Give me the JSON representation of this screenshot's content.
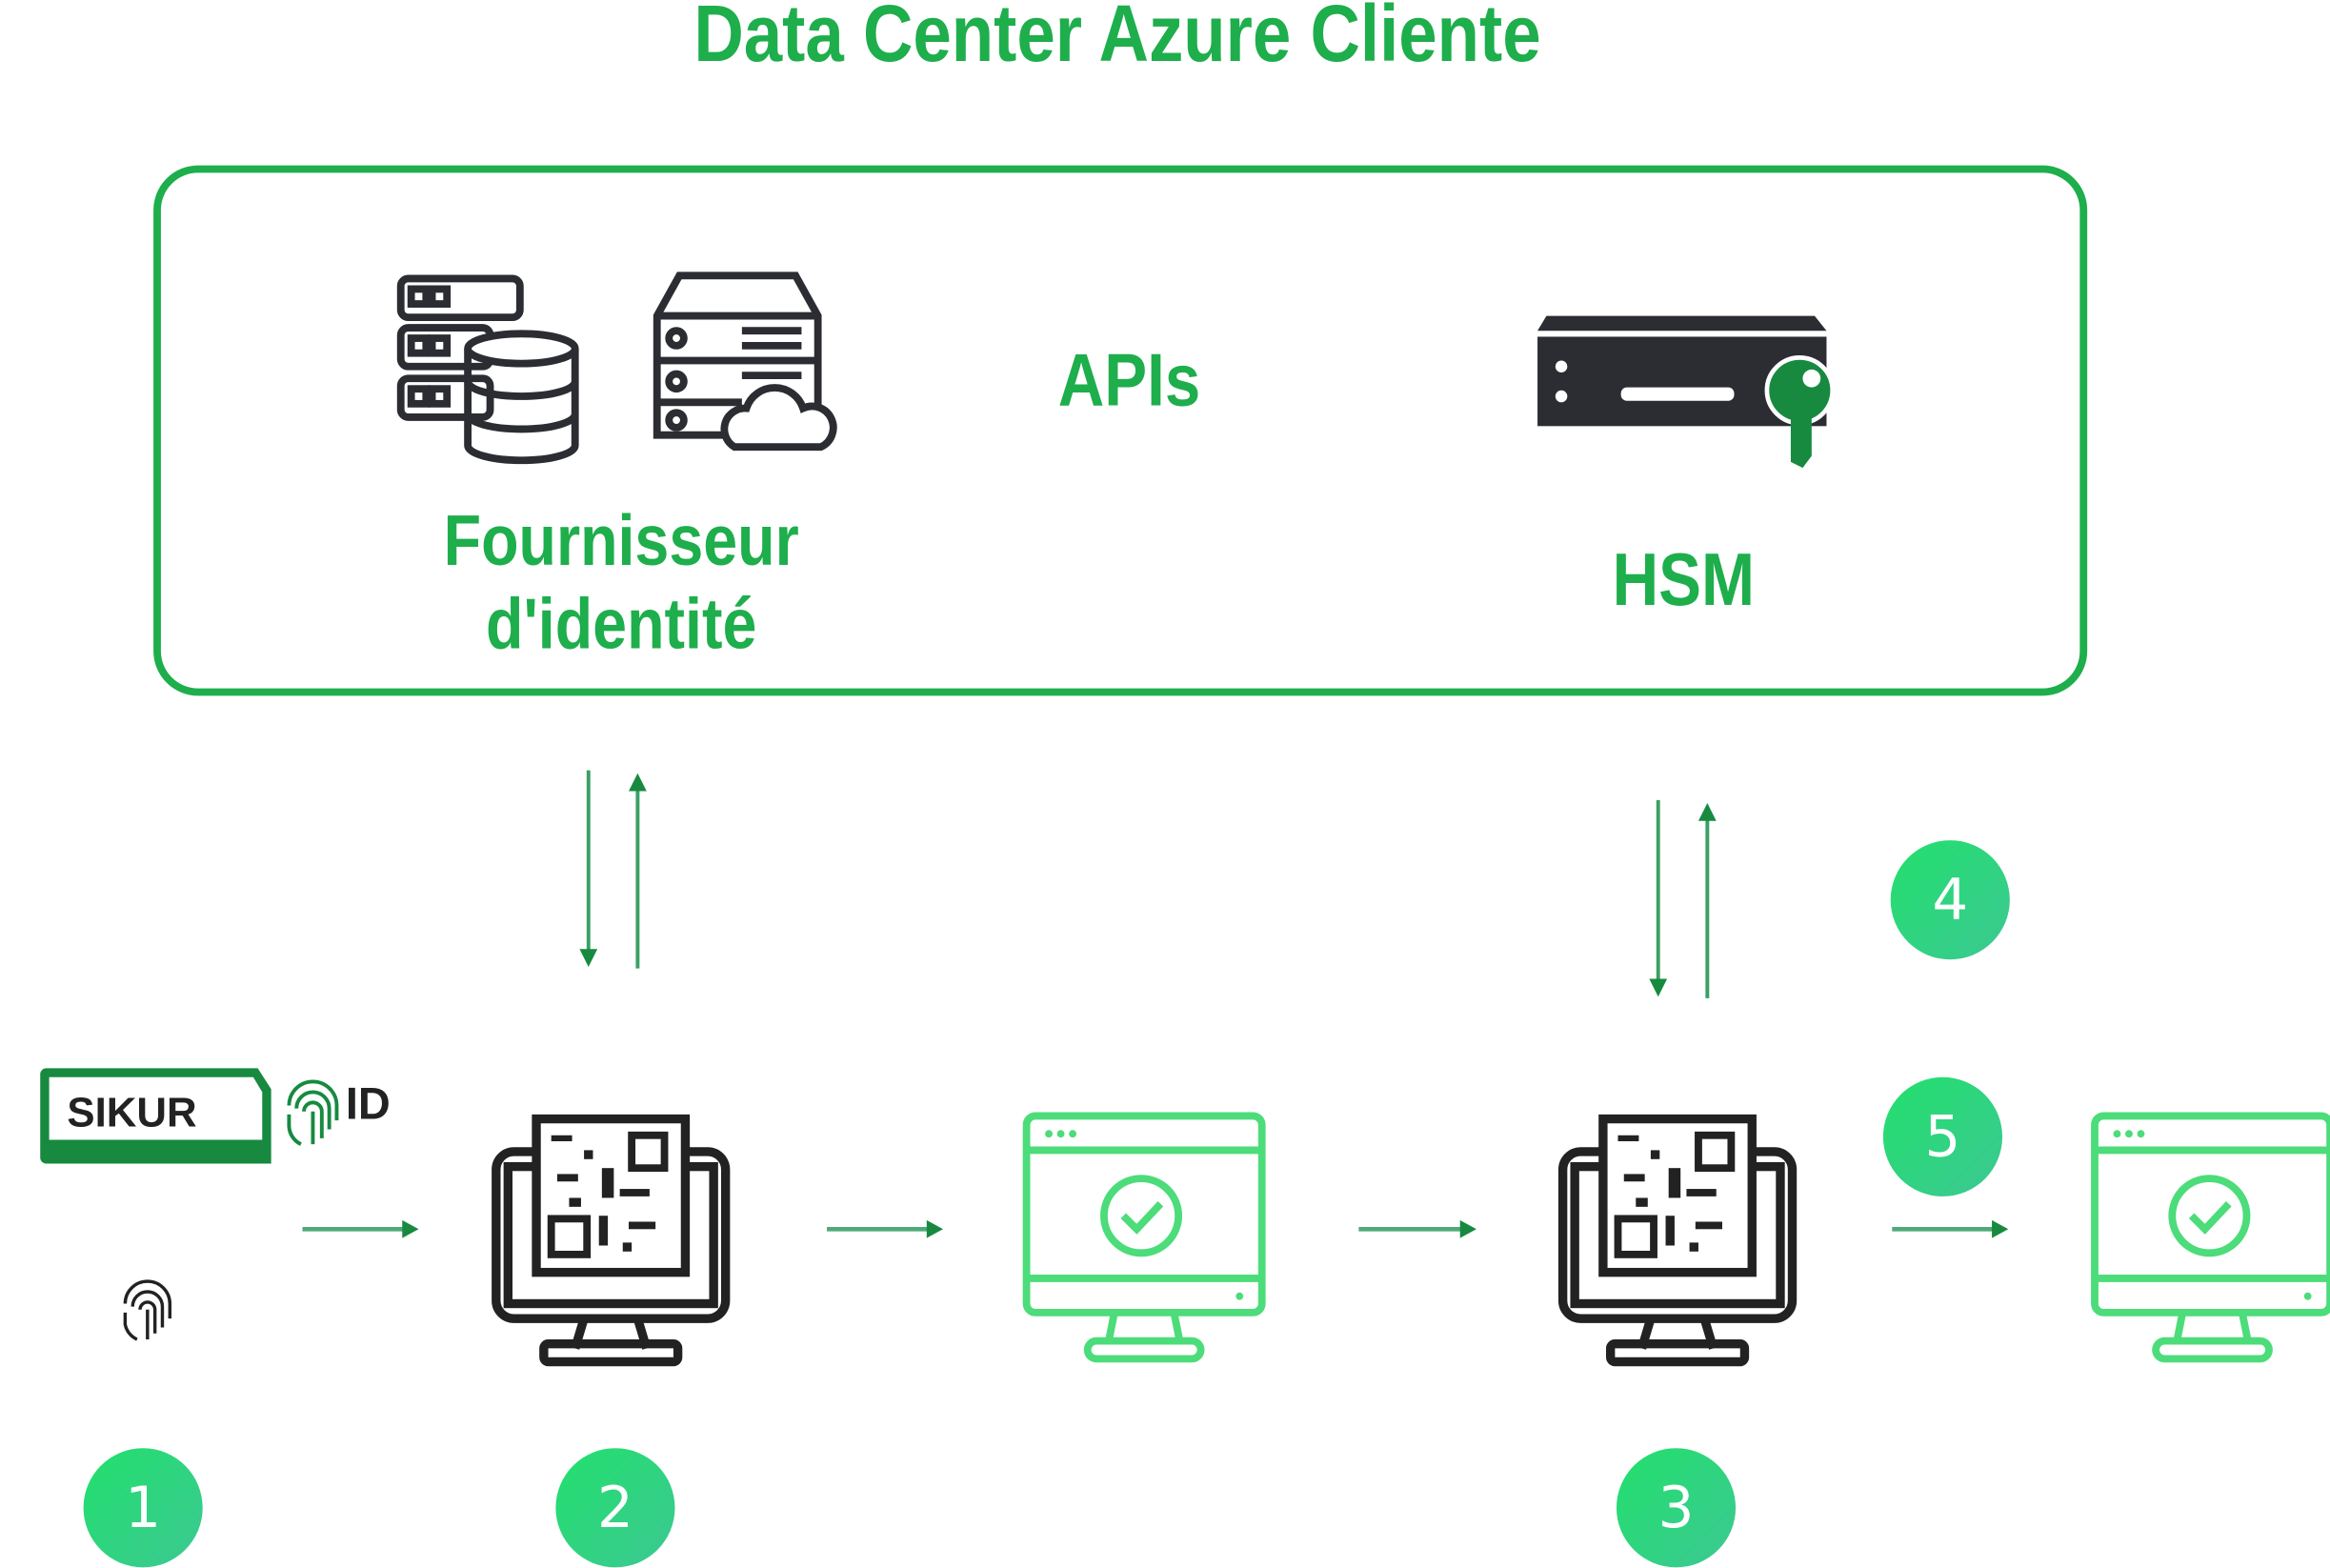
{
  "title": "Data Center Azure Cliente",
  "datacenter": {
    "identity_provider_label_line1": "Fournisseur",
    "identity_provider_label_line2": "d'identité",
    "apis_label": "APIs",
    "hsm_label": "HSM"
  },
  "logo": {
    "brand": "SIKUR",
    "suffix": "ID"
  },
  "steps": [
    "1",
    "2",
    "3",
    "4",
    "5"
  ],
  "colors": {
    "accent": "#1eae4c",
    "dark_green": "#178a40",
    "icon_dark": "#2b2d33",
    "monitor_green": "#4cdc7a",
    "step_circle": "#2ad97a"
  }
}
